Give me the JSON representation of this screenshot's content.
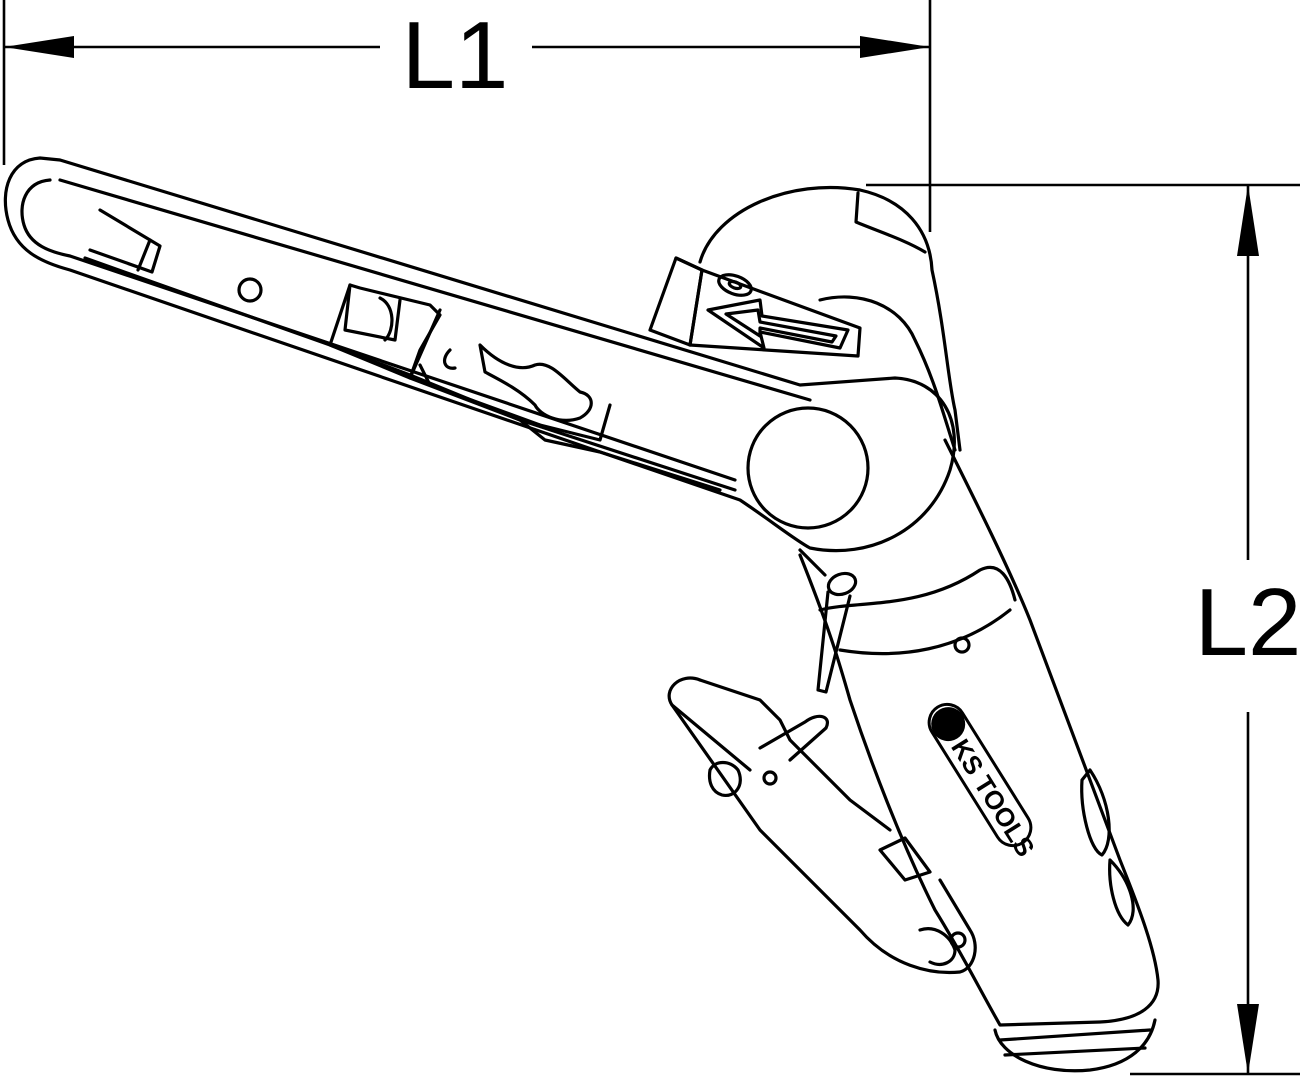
{
  "diagram": {
    "dimensions": {
      "l1_label": "L1",
      "l2_label": "L2"
    },
    "brand_logo": {
      "text": "KS TOOLS"
    },
    "colors": {
      "line": "#000000",
      "background": "#ffffff"
    },
    "icons": {
      "direction_arrow": "arrow-left-icon"
    }
  }
}
